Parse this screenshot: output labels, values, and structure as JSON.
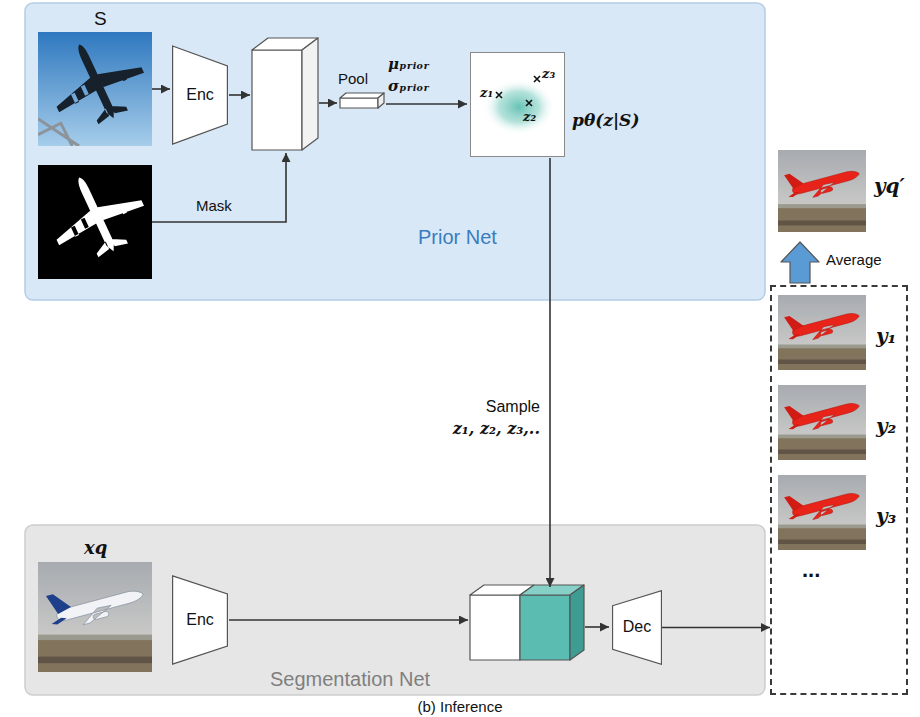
{
  "diagram": {
    "caption": "(b) Inference",
    "nodes": [
      {
        "text": [
          "Prior Net"
        ]
      },
      {
        "text": [
          "Enc"
        ],
        "in": 0
      },
      {
        "text": [
          "z₁",
          "z₃",
          "z₂",
          "pθ(z|S)"
        ],
        "in": 0
      },
      {
        "text": [
          "Segmentation Net"
        ]
      },
      {
        "text": [
          "Enc"
        ],
        "in": 3
      },
      {
        "text": [
          "Dec"
        ],
        "in": 3
      },
      {
        "text": [
          "y₁",
          "y₂",
          "y₃",
          "..."
        ]
      }
    ],
    "edges": [
      {
        "from": 5,
        "to": 6,
        "arrow": "to"
      }
    ],
    "labels": [
      "S",
      "Mask",
      "Pool",
      "μₚᵣᵢₒᵣ",
      "σₚᵣᵢₒᵣ",
      "Sample",
      "z₁, z₂, z₃,..",
      "xq",
      "yq′",
      "Average"
    ]
  }
}
